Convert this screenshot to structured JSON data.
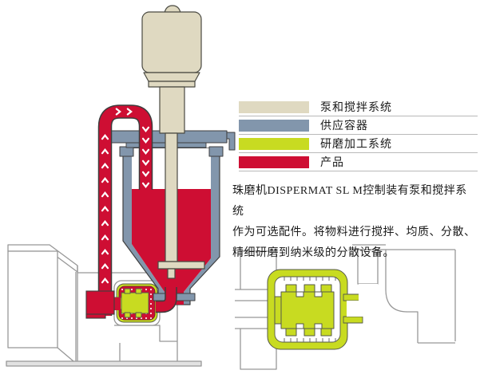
{
  "colors": {
    "pump_system": "#DFD9C1",
    "vessel": "#8296AC",
    "milling_system": "#C8DB21",
    "product": "#CE0E33",
    "outline": "#4a4a42",
    "housing_line": "#979797"
  },
  "legend": {
    "items": [
      {
        "label": "泵和搅拌系统",
        "color_key": "pump_system"
      },
      {
        "label": "供应容器",
        "color_key": "vessel"
      },
      {
        "label": "研磨加工系统",
        "color_key": "milling_system"
      },
      {
        "label": "产品",
        "color_key": "product"
      }
    ]
  },
  "description": {
    "lines": [
      "珠磨机DISPERMAT SL M控制装有泵和搅拌系统",
      "作为可选配件。将物料进行搅拌、均质、分散、",
      "精细研磨到纳米级的分散设备。"
    ]
  }
}
